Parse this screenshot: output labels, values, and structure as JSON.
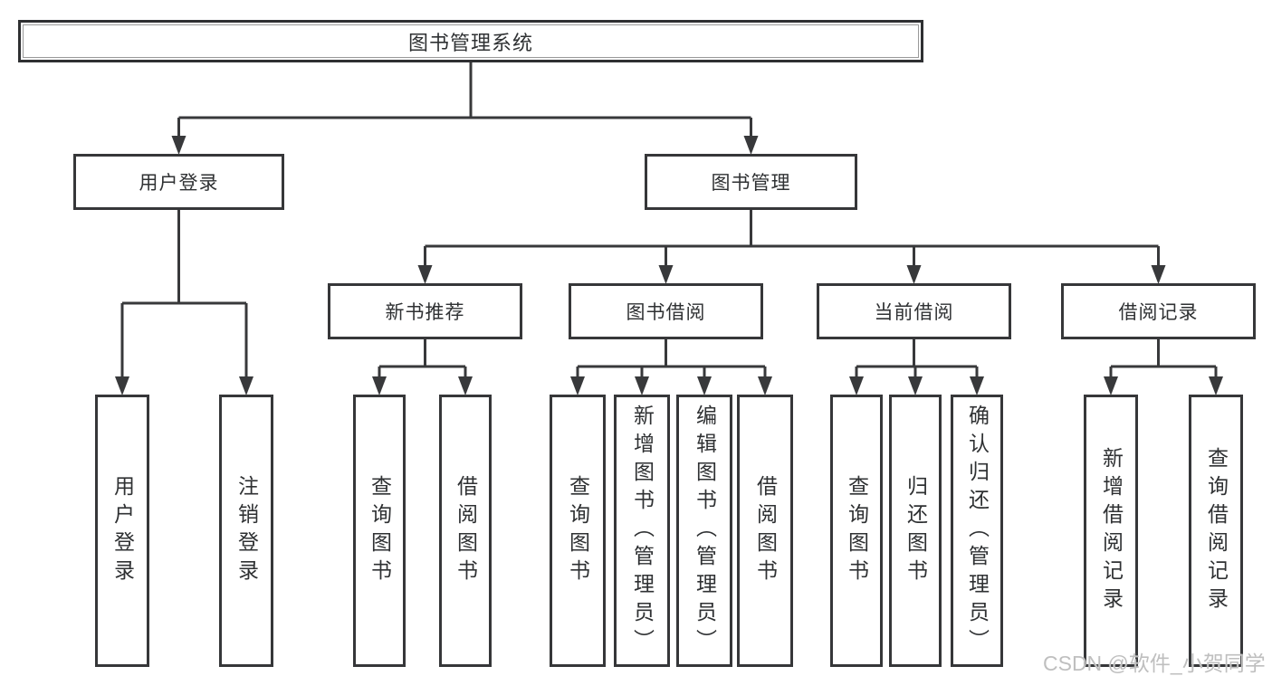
{
  "tree": {
    "label": "图书管理系统",
    "children": [
      {
        "label": "用户登录",
        "children": [
          {
            "label": "用户登录"
          },
          {
            "label": "注销登录"
          }
        ]
      },
      {
        "label": "图书管理",
        "children": [
          {
            "label": "新书推荐",
            "children": [
              {
                "label": "查询图书"
              },
              {
                "label": "借阅图书"
              }
            ]
          },
          {
            "label": "图书借阅",
            "children": [
              {
                "label": "查询图书"
              },
              {
                "label": "新增图书（管理员）"
              },
              {
                "label": "编辑图书（管理员）"
              },
              {
                "label": "借阅图书"
              }
            ]
          },
          {
            "label": "当前借阅",
            "children": [
              {
                "label": "查询图书"
              },
              {
                "label": "归还图书"
              },
              {
                "label": "确认归还（管理员）"
              }
            ]
          },
          {
            "label": "借阅记录",
            "children": [
              {
                "label": "新增借阅记录"
              },
              {
                "label": "查询借阅记录"
              }
            ]
          }
        ]
      }
    ]
  },
  "watermark": {
    "text": "CSDN @软件_小贺同学"
  },
  "colors": {
    "line": "#38393b",
    "box_border": "#363739",
    "text": "#2f3133",
    "watermark": "#bfbfbf",
    "background": "#ffffff"
  }
}
